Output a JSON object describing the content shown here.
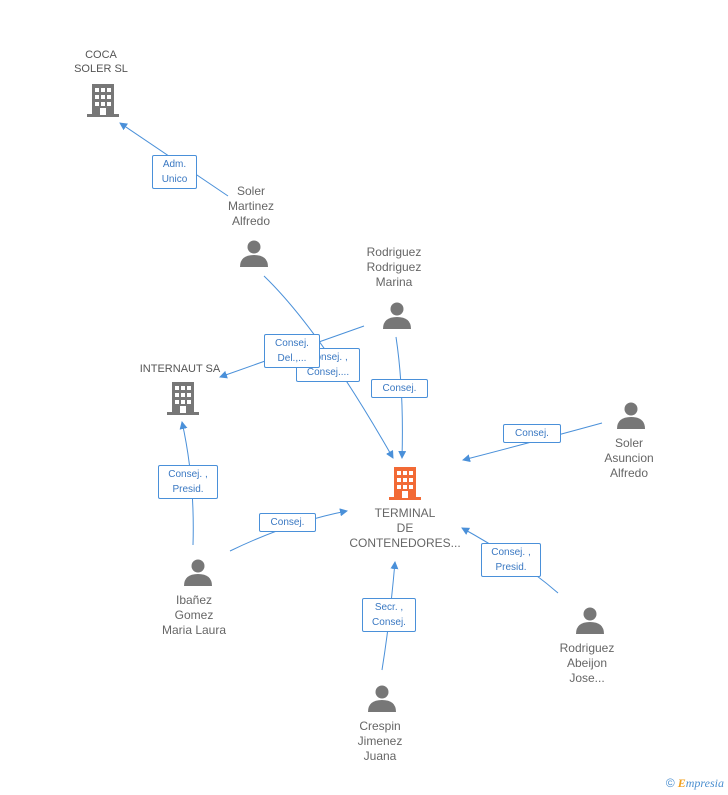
{
  "colors": {
    "edge": "#4a90d9",
    "person": "#777777",
    "company": "#777777",
    "focus_company": "#f26a35"
  },
  "nodes": {
    "coca_soler": {
      "label": "COCA\nSOLER SL",
      "icon": "building-icon"
    },
    "internaut": {
      "label": "INTERNAUT SA",
      "icon": "building-icon"
    },
    "terminal": {
      "label": "TERMINAL\nDE\nCONTENEDORES...",
      "icon": "building-icon"
    },
    "soler_martinez": {
      "label": "Soler\nMartinez\nAlfredo",
      "icon": "person-icon"
    },
    "rodriguez_marina": {
      "label": "Rodriguez\nRodriguez\nMarina",
      "icon": "person-icon"
    },
    "soler_asuncion": {
      "label": "Soler\nAsuncion\nAlfredo",
      "icon": "person-icon"
    },
    "ibanez": {
      "label": "Ibañez\nGomez\nMaria Laura",
      "icon": "person-icon"
    },
    "crespin": {
      "label": "Crespin\nJimenez\nJuana",
      "icon": "person-icon"
    },
    "rodriguez_abeijon": {
      "label": "Rodriguez\nAbeijon\nJose...",
      "icon": "person-icon"
    }
  },
  "edges": {
    "adm_unico": "Adm.\nUnico",
    "consej_del": "Consej.\nDel.,...",
    "consej_consej": "Consej. ,\nConsej....",
    "consej_marina": "Consej.",
    "consej_asuncion": "Consej.",
    "consej_presid_internaut": "Consej. ,\nPresid.",
    "consej_ibanez": "Consej.",
    "consej_presid_abeijon": "Consej. ,\nPresid.",
    "secr_consej": "Secr. ,\nConsej."
  },
  "footer": {
    "copyright": "©",
    "brand_initial": "E",
    "brand_rest": "mpresia"
  }
}
